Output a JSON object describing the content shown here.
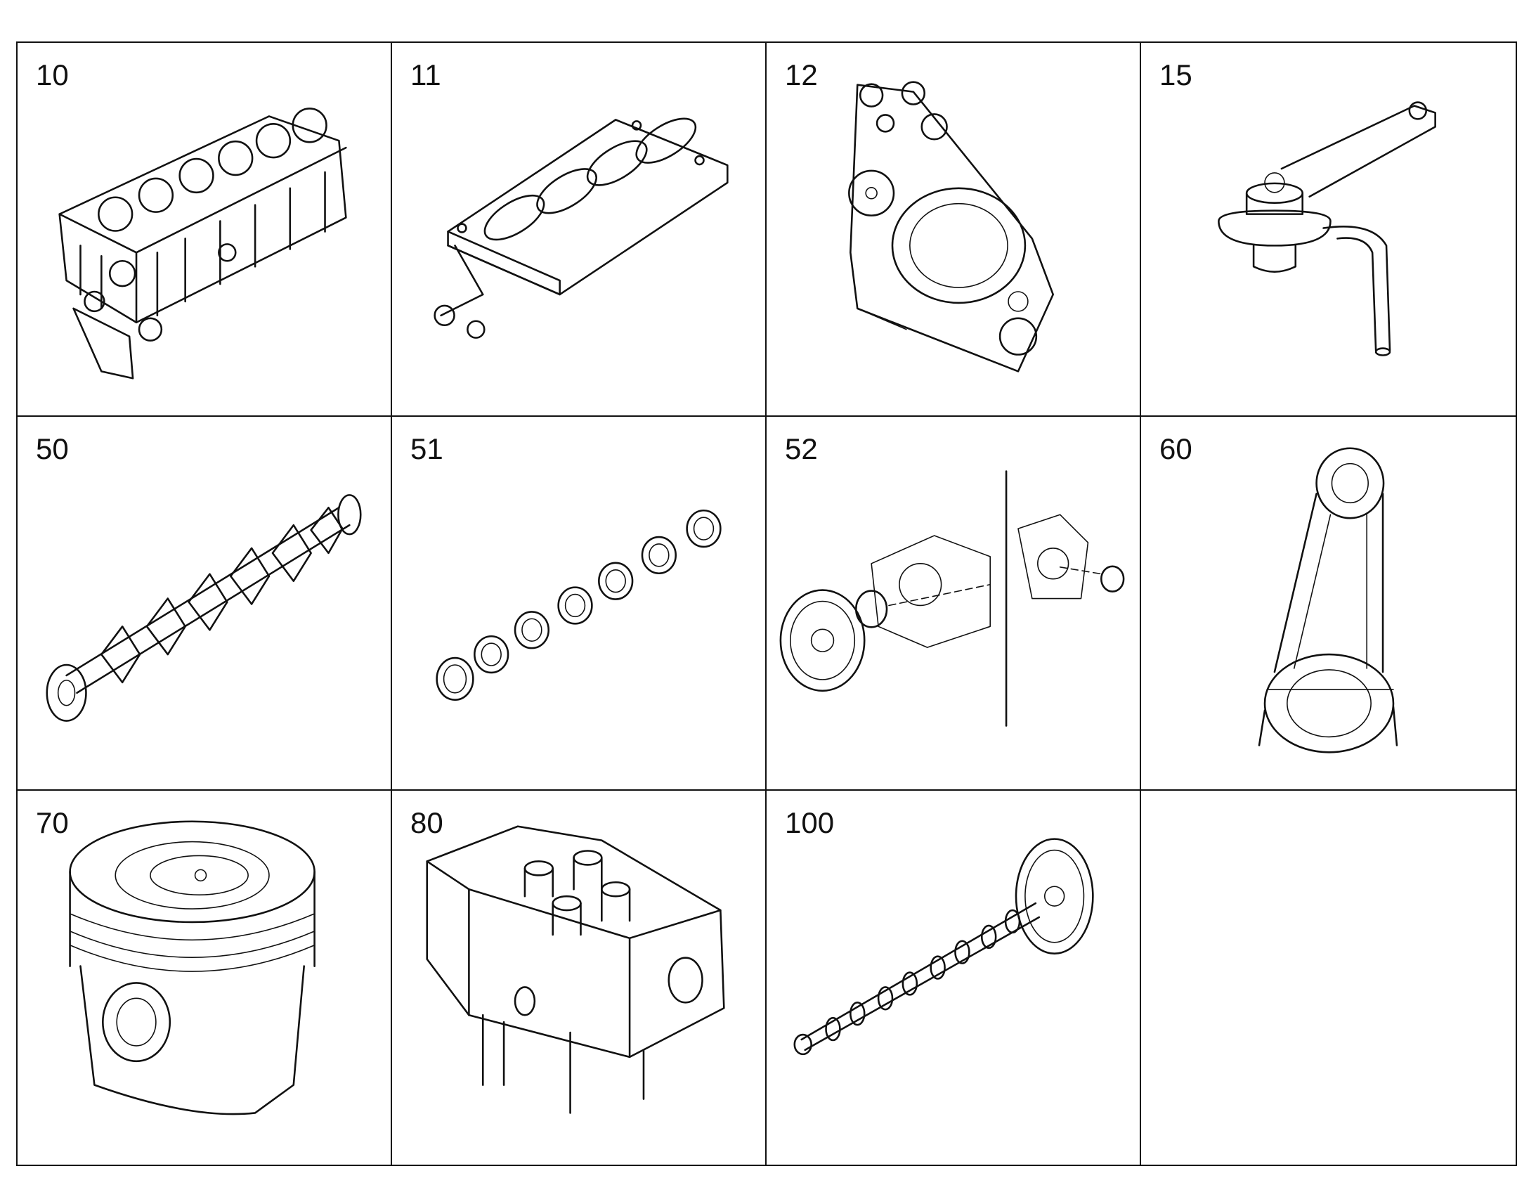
{
  "cells": [
    {
      "number": "10",
      "icon": "engine-block-icon"
    },
    {
      "number": "11",
      "icon": "bearing-bridge-icon"
    },
    {
      "number": "12",
      "icon": "timing-case-icon"
    },
    {
      "number": "15",
      "icon": "oil-spray-nozzle-icon"
    },
    {
      "number": "50",
      "icon": "crankshaft-icon"
    },
    {
      "number": "51",
      "icon": "main-bearing-shells-icon"
    },
    {
      "number": "52",
      "icon": "flywheel-assembly-icon"
    },
    {
      "number": "60",
      "icon": "connecting-rod-icon"
    },
    {
      "number": "70",
      "icon": "piston-icon"
    },
    {
      "number": "80",
      "icon": "cylinder-head-icon"
    },
    {
      "number": "100",
      "icon": "camshaft-icon"
    },
    {
      "number": "",
      "icon": ""
    }
  ]
}
